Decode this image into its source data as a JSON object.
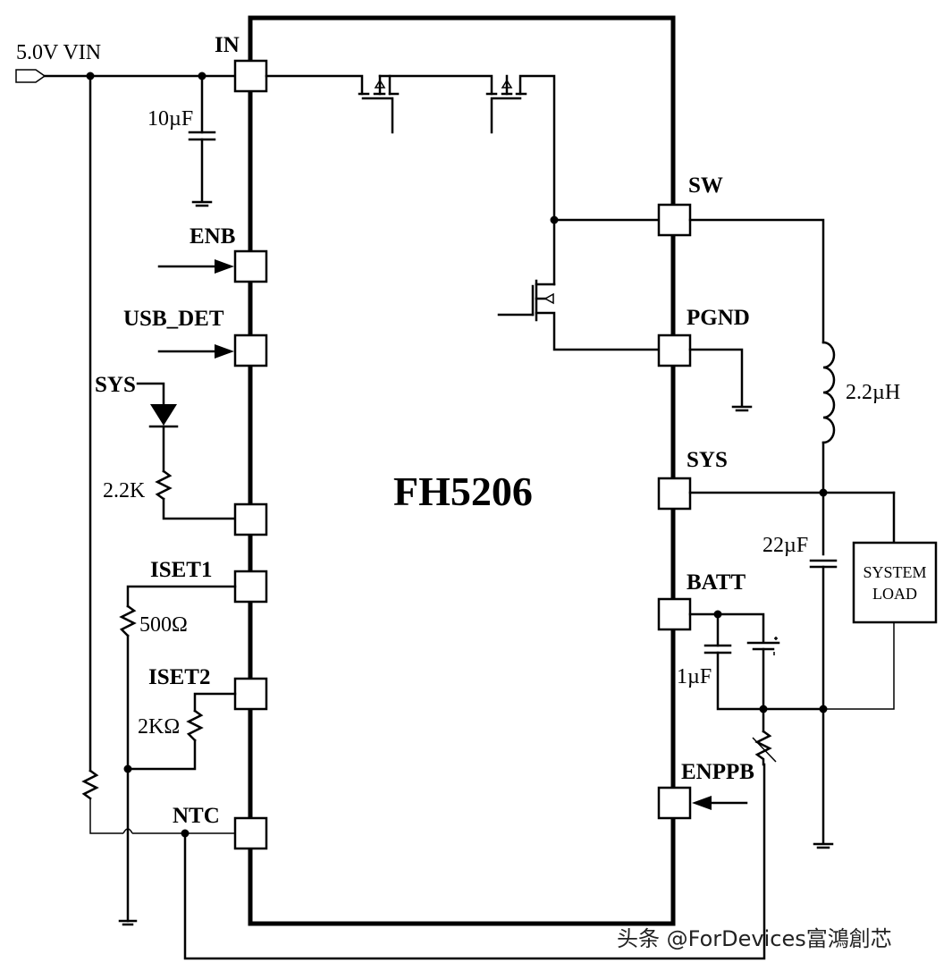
{
  "chip": {
    "name": "FH5206",
    "pins_left": [
      {
        "id": "in",
        "label": "IN"
      },
      {
        "id": "enb",
        "label": "ENB"
      },
      {
        "id": "usb_det",
        "label": "USB_DET"
      },
      {
        "id": "led",
        "label": ""
      },
      {
        "id": "iset1",
        "label": "ISET1"
      },
      {
        "id": "iset2",
        "label": "ISET2"
      },
      {
        "id": "ntc",
        "label": "NTC"
      }
    ],
    "pins_right": [
      {
        "id": "sw",
        "label": "SW"
      },
      {
        "id": "pgnd",
        "label": "PGND"
      },
      {
        "id": "sys",
        "label": "SYS"
      },
      {
        "id": "batt",
        "label": "BATT"
      },
      {
        "id": "enppb",
        "label": "ENPPB"
      }
    ]
  },
  "nets": {
    "vin": "5.0V VIN",
    "sys_ref": "SYS"
  },
  "components": {
    "c_in": "10µF",
    "r_led": "2.2K",
    "r_iset1": "500Ω",
    "r_iset2": "2KΩ",
    "inductor": "2.2µH",
    "c_sys": "22µF",
    "c_batt": "1µF",
    "load_line1": "SYSTEM",
    "load_line2": "LOAD"
  },
  "watermark": "头条 @ForDevices富鴻創芯"
}
